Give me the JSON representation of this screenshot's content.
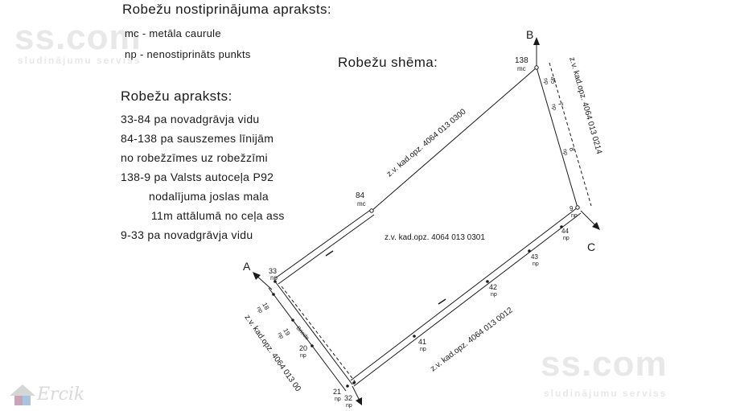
{
  "legend": {
    "title": "Robežu nostiprinājuma apraksts:",
    "items": [
      "mc - metāla caurule",
      "np - nenostiprināts punkts"
    ]
  },
  "description": {
    "title": "Robežu apraksts:",
    "lines": [
      "33-84 pa novadgrāvja vidu",
      "84-138 pa sauszemes līnijām",
      "no robežzīmes uz robežzīmi",
      "138-9 pa Valsts autoceļa P92",
      "nodalījuma joslas mala",
      "11m attālumā no ceļa ass",
      "9-33 pa novadgrāvja vidu"
    ]
  },
  "scheme": {
    "title": "Robežu shēma:",
    "corners": [
      "A",
      "B",
      "C"
    ],
    "neighbors": [
      "z.v. kad.opz. 4064 013 0300",
      "z.v. kad.opz. 4064 013 0214",
      "z.v. kad.opz. 4064 013 0012",
      "z.v. kad.opz. 4064 013 00"
    ],
    "parcel": "z.v. kad.opz. 4064 013 0301",
    "road_label": "Briede",
    "points": [
      {
        "num": "138",
        "type": "mc"
      },
      {
        "num": "84",
        "type": "mc"
      },
      {
        "num": "33",
        "type": "np"
      },
      {
        "num": "18",
        "type": "np"
      },
      {
        "num": "19",
        "type": "np"
      },
      {
        "num": "20",
        "type": "np"
      },
      {
        "num": "21",
        "type": "np"
      },
      {
        "num": "32",
        "type": "np"
      },
      {
        "num": "41",
        "type": "np"
      },
      {
        "num": "42",
        "type": "np"
      },
      {
        "num": "43",
        "type": "np"
      },
      {
        "num": "44",
        "type": "np"
      },
      {
        "num": "9",
        "type": "np"
      },
      {
        "num": "8",
        "type": "np"
      },
      {
        "num": "7",
        "type": "np"
      },
      {
        "num": "45",
        "type": "np"
      }
    ]
  },
  "watermarks": {
    "site": "ss.com",
    "tagline": "sludinājumu serviss",
    "logo_text": "Ercik"
  }
}
